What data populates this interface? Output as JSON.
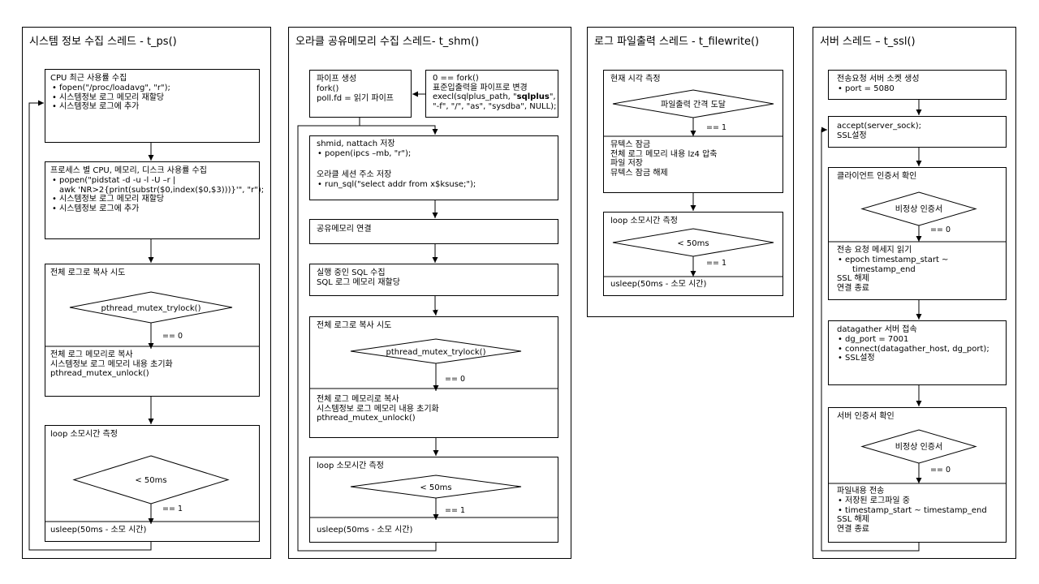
{
  "lanes": {
    "ps": {
      "title": "시스템 정보 수집 스레드 - t_ps()",
      "cpu": {
        "title": "CPU 최근 사용률 수집",
        "items": [
          "fopen(\"/proc/loadavg\", \"r\");",
          "시스템정보 로그 메모리 재할당",
          "시스템정보 로그에 추가"
        ]
      },
      "proc": {
        "title": "프로세스 별 CPU, 메모리, 디스크 사용률 수집",
        "popen_1": "popen(\"pidstat -d -u -l -U –r |",
        "popen_2": "awk 'NR>2{print(substr($0,index($0,$3)))}'\", \"r\");",
        "items": [
          "시스템정보 로그 메모리 재할당",
          "시스템정보 로그에 추가"
        ]
      },
      "copy_try": "전체 로그로 복사 시도",
      "trylock": "pthread_mutex_trylock()",
      "eq0": "== 0",
      "copy_lines": [
        "전체 로그 메모리로 복사",
        "시스템정보 로그 메모리 내용 초기화",
        "pthread_mutex_unlock()"
      ],
      "loop_title": "loop 소모시간 측정",
      "lt50": "< 50ms",
      "eq1": "== 1",
      "usleep": "usleep(50ms - 소모 시간)"
    },
    "shm": {
      "title": "오라클 공유메모리 수집 스레드- t_shm()",
      "pipe_lines": [
        "파이프 생성",
        "fork()",
        "poll.fd = 읽기 파이프"
      ],
      "fork_lines": [
        "0 == fork()",
        "표준입출력을 파이프로 변경"
      ],
      "execl_pre": "execl(sqlplus_path, \"",
      "execl_bold": "sqlplus",
      "execl_post": "\",",
      "execl_2": "\"-f\", \"/\", \"as\", \"sysdba\", NULL);",
      "shmid_title": "shmid, nattach 저장",
      "shmid_item": "popen(ipcs –mb, \"r\");",
      "sess_title": "오라클 세션 주소 저장",
      "sess_item": "run_sql(\"select addr from x$ksuse;\");",
      "attach": "공유메모리 연결",
      "sql_lines": [
        "실행 중인 SQL 수집",
        "SQL 로그 메모리 재할당"
      ],
      "copy_try": "전체 로그로 복사 시도",
      "trylock": "pthread_mutex_trylock()",
      "eq0": "== 0",
      "copy_lines": [
        "전체 로그 메모리로 복사",
        "시스템정보 로그 메모리 내용 초기화",
        "pthread_mutex_unlock()"
      ],
      "loop_title": "loop 소모시간 측정",
      "lt50": "< 50ms",
      "eq1": "== 1",
      "usleep": "usleep(50ms - 소모 시간)"
    },
    "fw": {
      "title": "로그 파일출력 스레드 - t_filewrite()",
      "now": "현재 시각 측정",
      "interval": "파일출력 간격 도달",
      "eq1": "== 1",
      "mutex_lines": [
        "뮤텍스 잠금",
        "전체 로그 메모리 내용 lz4 압축",
        "파일 저장",
        "뮤텍스 잠금 해제"
      ],
      "loop_title": "loop 소모시간 측정",
      "lt50": "< 50ms",
      "eq1b": "== 1",
      "usleep": "usleep(50ms - 소모 시간)"
    },
    "ssl": {
      "title": "서버 스레드 – t_ssl()",
      "sock_title": "전송요청 서버 소켓 생성",
      "sock_item": "port = 5080",
      "accept_lines": [
        "accept(server_sock);",
        "SSL설정"
      ],
      "client_cert": "클라이언트 인증서 확인",
      "invalid": "비정상 인증서",
      "eq0": "== 0",
      "req_title": "전송 요청 메세지 읽기",
      "req_item_1": "epoch timestamp_start ~",
      "req_item_2": "timestamp_end",
      "req_lines": [
        "SSL 해제",
        "연결 종료"
      ],
      "dg_title": "datagather 서버 접속",
      "dg_items": [
        "dg_port = 7001",
        "connect(datagather_host, dg_port);",
        "SSL설정"
      ],
      "server_cert": "서버 인증서 확인",
      "invalid2": "비정상 인증서",
      "eq0b": "== 0",
      "send_title": "파일내용 전송",
      "send_items": [
        "저장된 로그파일 중",
        "timestamp_start ~ timestamp_end"
      ],
      "send_lines": [
        "SSL 해제",
        "연결 종료"
      ]
    }
  }
}
